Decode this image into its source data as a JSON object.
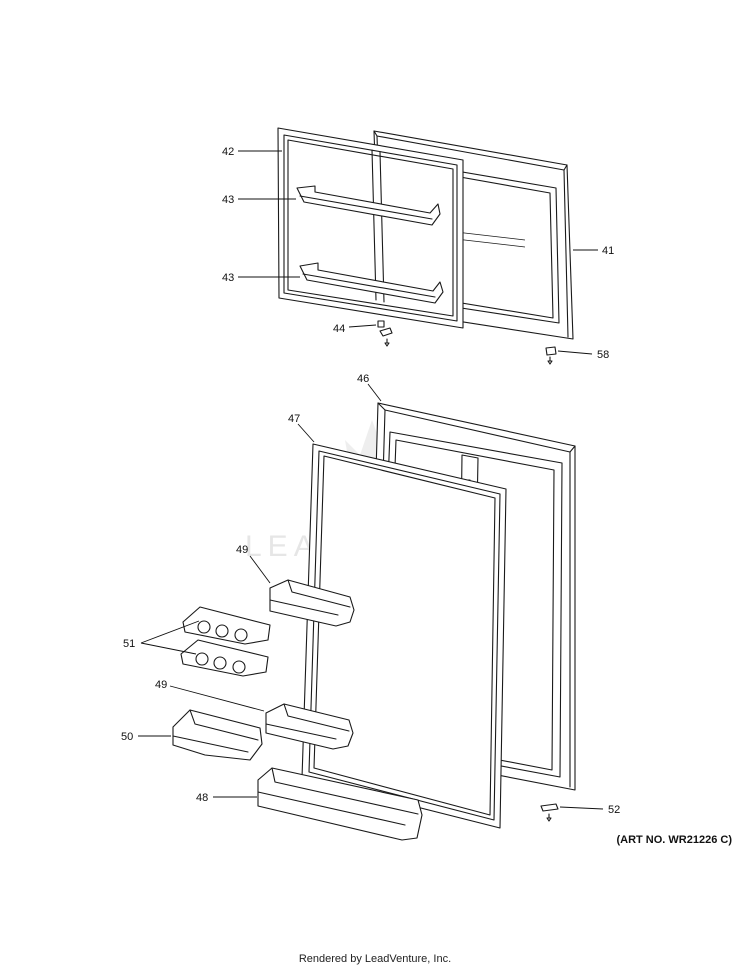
{
  "watermark": "LEADVENTURE",
  "callouts": {
    "c41": "41",
    "c42": "42",
    "c43a": "43",
    "c43b": "43",
    "c44": "44",
    "c46": "46",
    "c47": "47",
    "c48": "48",
    "c49a": "49",
    "c49b": "49",
    "c50": "50",
    "c51": "51",
    "c52": "52",
    "c58": "58"
  },
  "art_number": "(ART NO. WR21226 C)",
  "footer": "Rendered by LeadVenture, Inc."
}
